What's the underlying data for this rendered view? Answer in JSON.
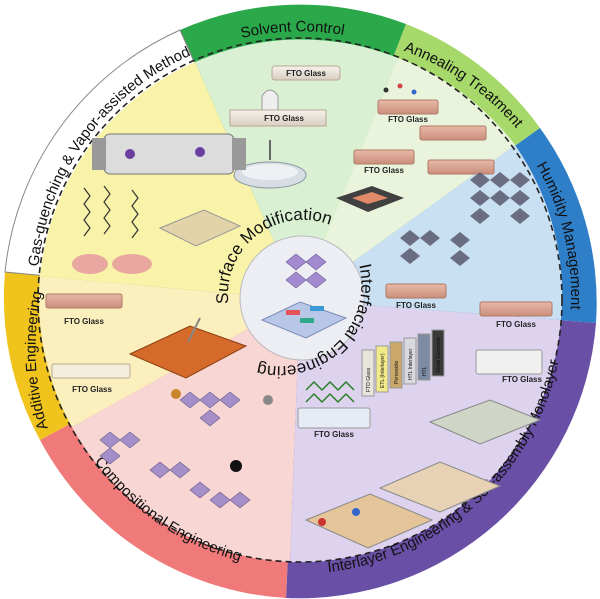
{
  "outer_ring": {
    "solvent_control": "Solvent Control",
    "annealing_treatment": "Annealing Treatment",
    "humidity_management": "Humidity Management",
    "interlayer_engineering": "Interlayer Engineering & Self-assembly Monolayer",
    "compositional_engineering": "Compositional Engineering",
    "additive_engineering": "Additive Engineering",
    "gas_quenching": "Gas-quenching & Vapor-assisted Method"
  },
  "center": {
    "surface_modification": "Surface Modification",
    "interfacial_engineering": "Interfacial Engineering"
  },
  "substrate_label": "FTO Glass",
  "device_layers": [
    "FTO Glass",
    "ETL (Interlayer)",
    "Perovskite",
    "HTL Interlayer",
    "HTL",
    "Metal Electrode"
  ],
  "colors": {
    "solvent_control": "#2aa84a",
    "annealing_treatment": "#a6d86a",
    "humidity_management": "#2f7ec8",
    "interlayer_engineering": "#6a4fa6",
    "compositional_engineering": "#f07a7a",
    "additive_engineering": "#f0c41c",
    "gas_quenching": "#ffffff"
  }
}
